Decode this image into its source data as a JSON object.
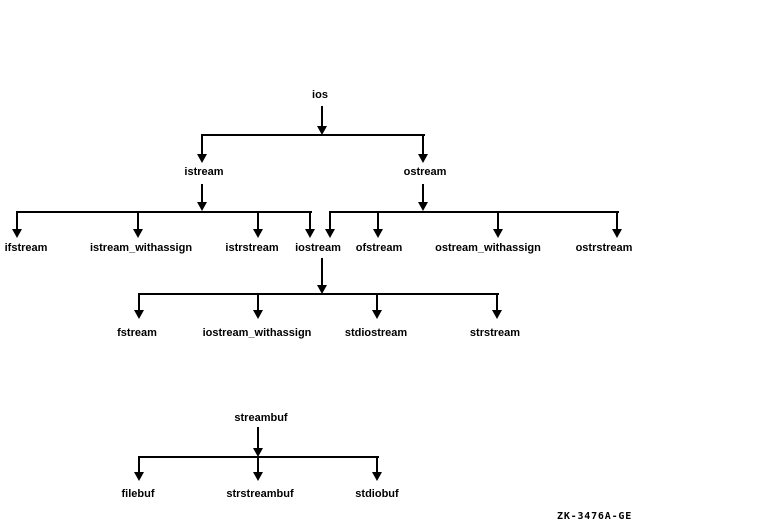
{
  "diagram": {
    "type": "class-hierarchy-tree",
    "caption": "ZK-3476A-GE",
    "colors": {
      "line": "#000000",
      "text": "#000000",
      "background": "#ffffff"
    },
    "nodes": {
      "ios": "ios",
      "istream": "istream",
      "ostream": "ostream",
      "ifstream": "ifstream",
      "istream_withassign": "istream_withassign",
      "istrstream": "istrstream",
      "iostream": "iostream",
      "ofstream": "ofstream",
      "ostream_withassign": "ostream_withassign",
      "ostrstream": "ostrstream",
      "fstream": "fstream",
      "iostream_withassign": "iostream_withassign",
      "stdiostream": "stdiostream",
      "strstream": "strstream",
      "streambuf": "streambuf",
      "filebuf": "filebuf",
      "strstreambuf": "strstreambuf",
      "stdiobuf": "stdiobuf"
    },
    "edges": [
      "ios -> istream",
      "ios -> ostream",
      "istream -> ifstream",
      "istream -> istream_withassign",
      "istream -> istrstream",
      "istream -> iostream",
      "ostream -> iostream",
      "ostream -> ofstream",
      "ostream -> ostream_withassign",
      "ostream -> ostrstream",
      "iostream -> fstream",
      "iostream -> iostream_withassign",
      "iostream -> stdiostream",
      "iostream -> strstream",
      "streambuf -> filebuf",
      "streambuf -> strstreambuf",
      "streambuf -> stdiobuf"
    ]
  }
}
